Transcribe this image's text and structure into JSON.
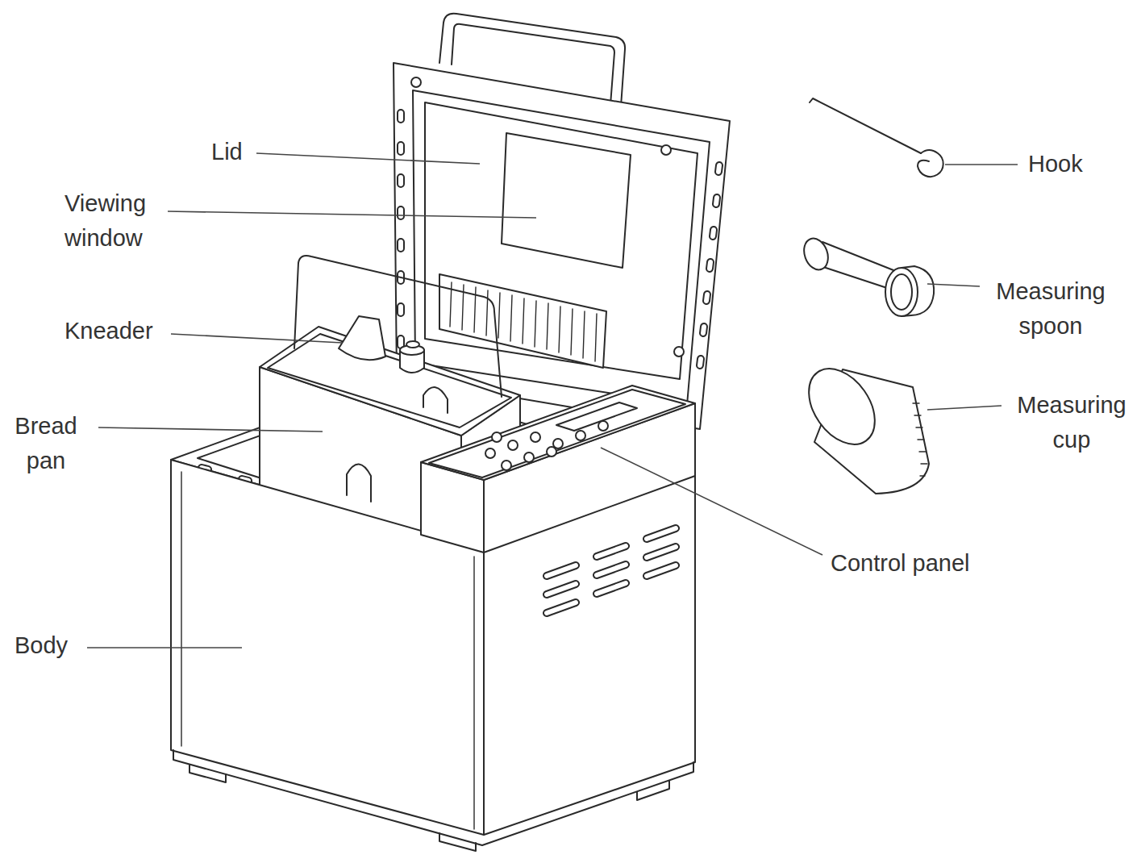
{
  "diagram": {
    "labels": [
      "Lid",
      "Viewing window",
      "Kneader",
      "Bread pan",
      "Body",
      "Hook",
      "Measuring spoon",
      "Measuring cup",
      "Control panel"
    ]
  }
}
